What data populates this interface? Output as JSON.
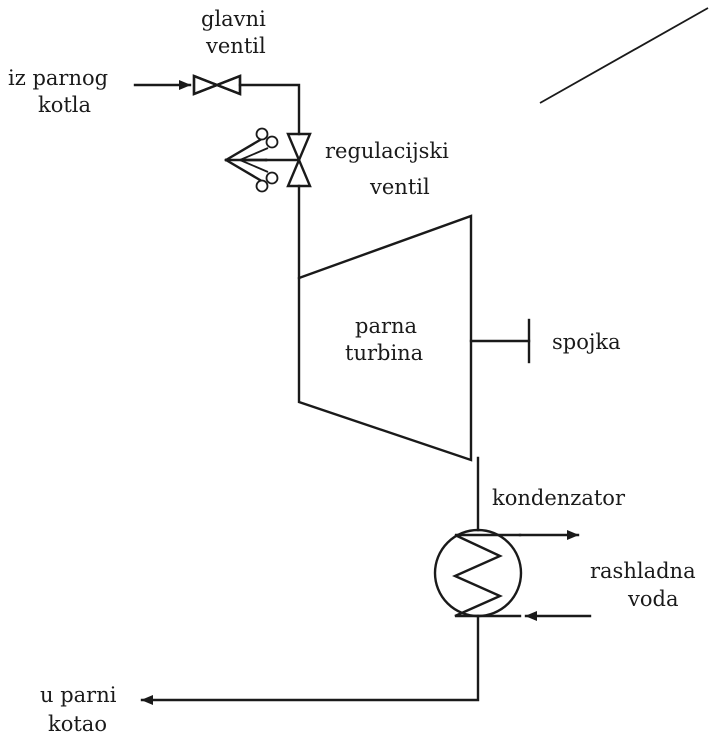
{
  "labels": {
    "glavni_ventil": [
      "glavni",
      "ventil"
    ],
    "iz_parnog_kotla": [
      "iz parnog",
      "kotla"
    ],
    "regulacijski_ventil": [
      "regulacijski",
      "ventil"
    ],
    "parna_turbina": [
      "parna",
      "turbina"
    ],
    "spojka": "spojka",
    "kondenzator": "kondenzator",
    "rashladna_voda": [
      "rashladna",
      "voda"
    ],
    "u_parni_kotao": [
      "u parni",
      "kotao"
    ]
  },
  "colors": {
    "ink": "#1a1a1a",
    "background": "#ffffff"
  }
}
